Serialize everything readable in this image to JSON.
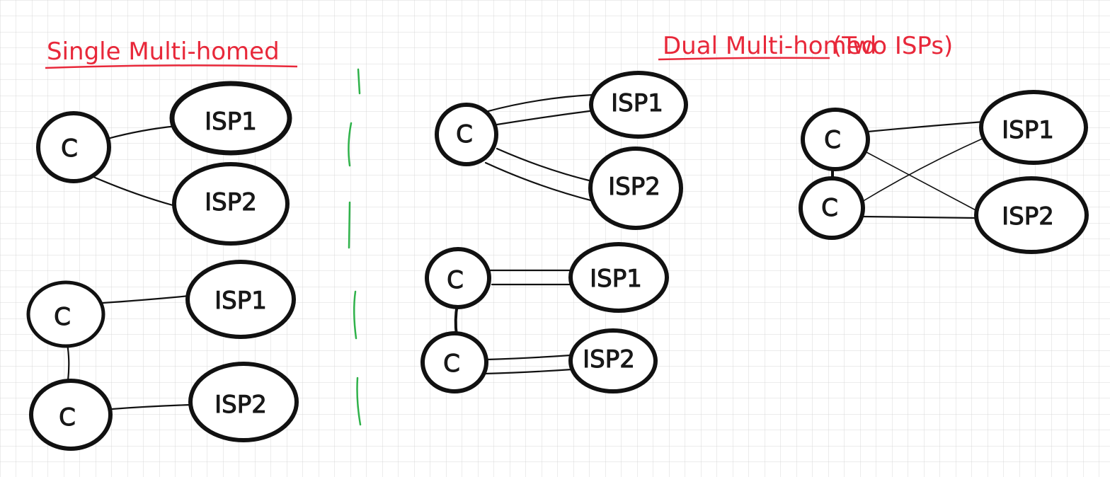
{
  "colors": {
    "grid": "#d9d9d9",
    "ink": "#111111",
    "title": "#e8283a",
    "divider": "#2fb24a"
  },
  "titles": {
    "single": "Single Multi-homed",
    "dual_main": "Dual Multi-homed",
    "dual_paren": "(Two ISPs)"
  },
  "labels": {
    "customer": "C",
    "isp1": "ISP1",
    "isp2": "ISP2"
  }
}
